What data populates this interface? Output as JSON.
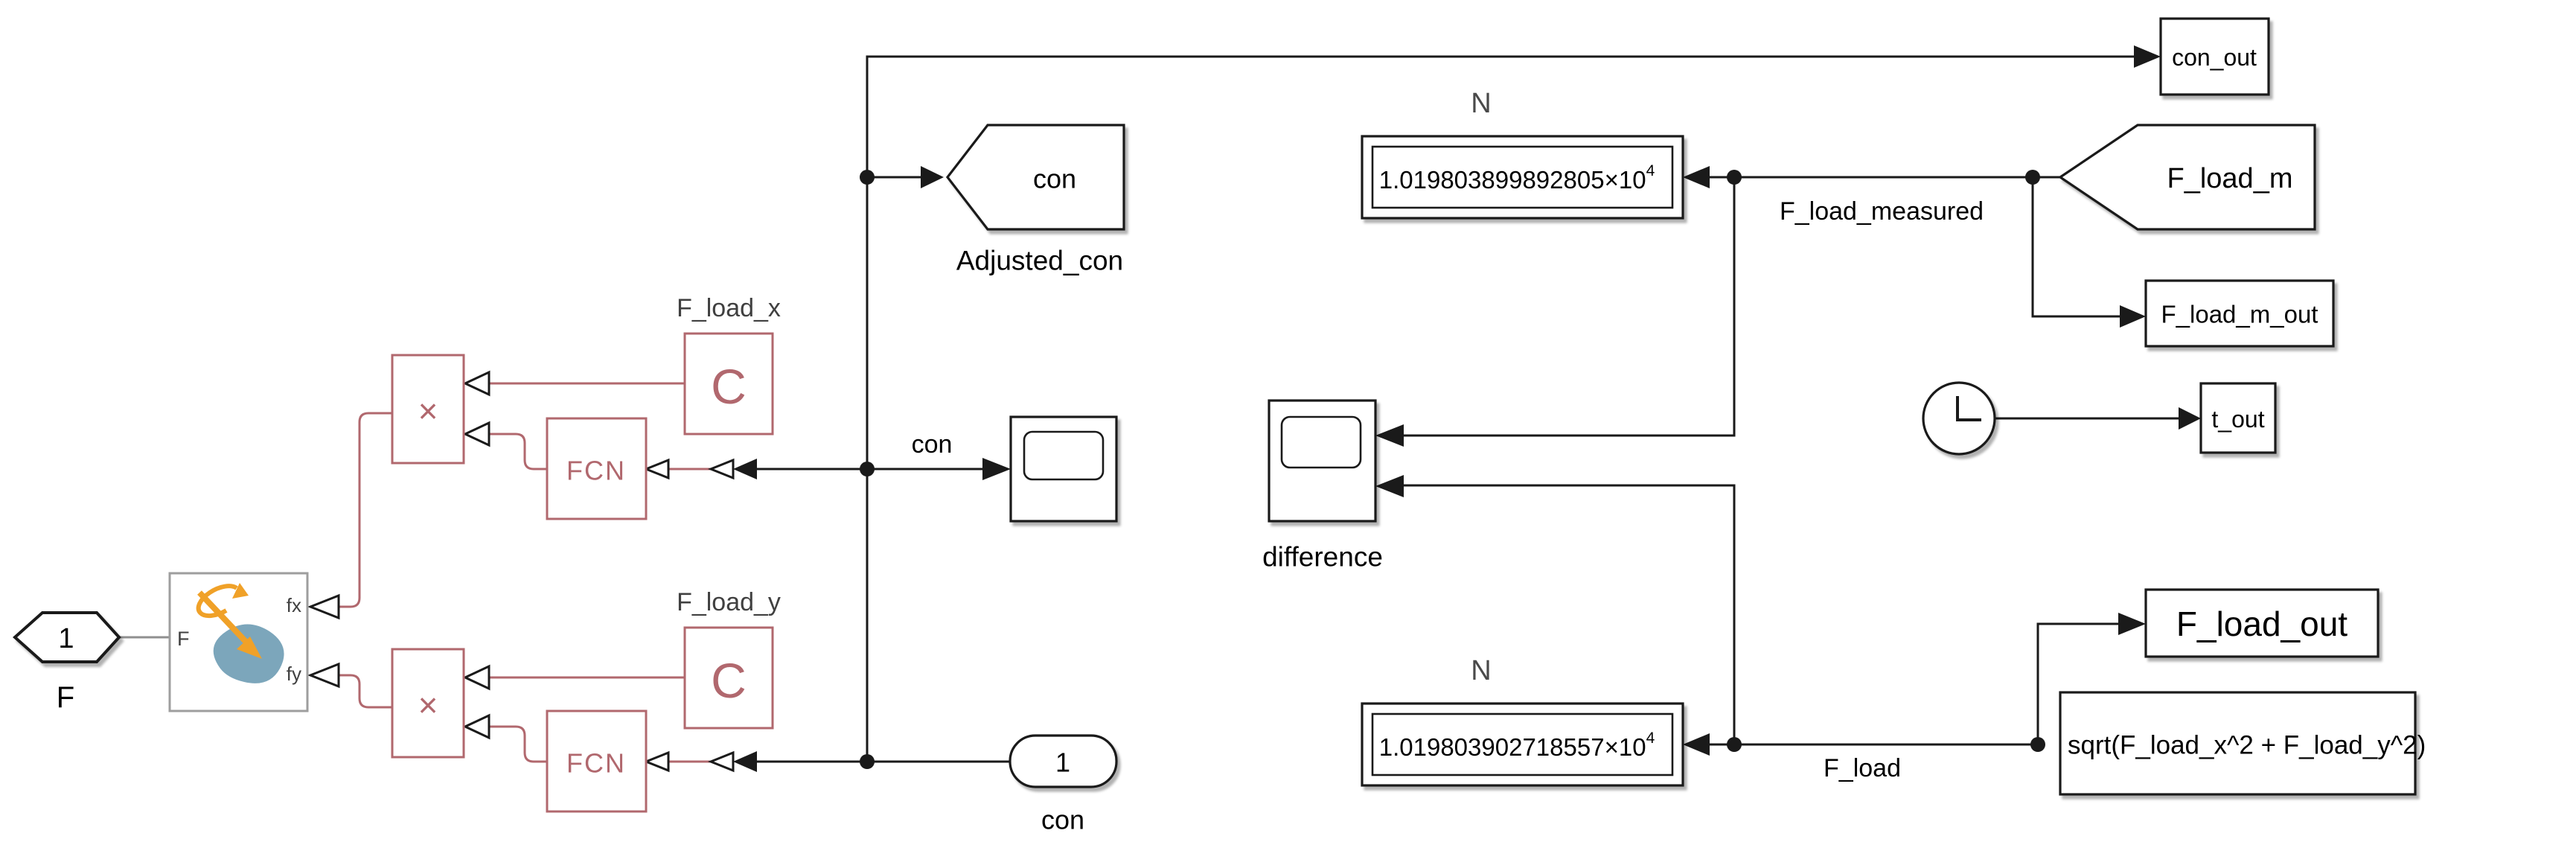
{
  "model": {
    "ports": {
      "f_in": {
        "number": "1",
        "name": "F"
      },
      "con_in": {
        "number": "1",
        "name": "con"
      }
    },
    "plant": {
      "input_label": "F",
      "output_top": "fx",
      "output_bottom": "fy"
    },
    "product": {
      "symbol": "×"
    },
    "constants": {
      "glyph": "C",
      "x_name": "F_load_x",
      "y_name": "F_load_y"
    },
    "fcn": {
      "label": "FCN"
    },
    "goto_con": {
      "tag": "con",
      "name": "Adjusted_con"
    },
    "from_f_load_m": {
      "tag": "F_load_m"
    },
    "scopes": {
      "difference_name": "difference"
    },
    "displays": {
      "measured": {
        "unit": "N",
        "mantissa": "1.019803899892805",
        "times": "×10",
        "exponent": "4"
      },
      "load": {
        "unit": "N",
        "mantissa": "1.019803902718557",
        "times": "×10",
        "exponent": "4"
      }
    },
    "outputs": {
      "con": "con_out",
      "f_load_m": "F_load_m_out",
      "t": "t_out",
      "f_load": "F_load_out"
    },
    "fcn_expression": "sqrt(F_load_x^2 + F_load_y^2)",
    "signal_labels": {
      "con": "con",
      "measured": "F_load_measured",
      "load": "F_load"
    },
    "colors": {
      "physical_network": "#b1686e",
      "plant_border": "#9e9e9e",
      "icon_orange": "#f0a128",
      "icon_blue": "#7ca6bb",
      "wire": "#1a1a1a",
      "label_gray": "#404040"
    }
  }
}
